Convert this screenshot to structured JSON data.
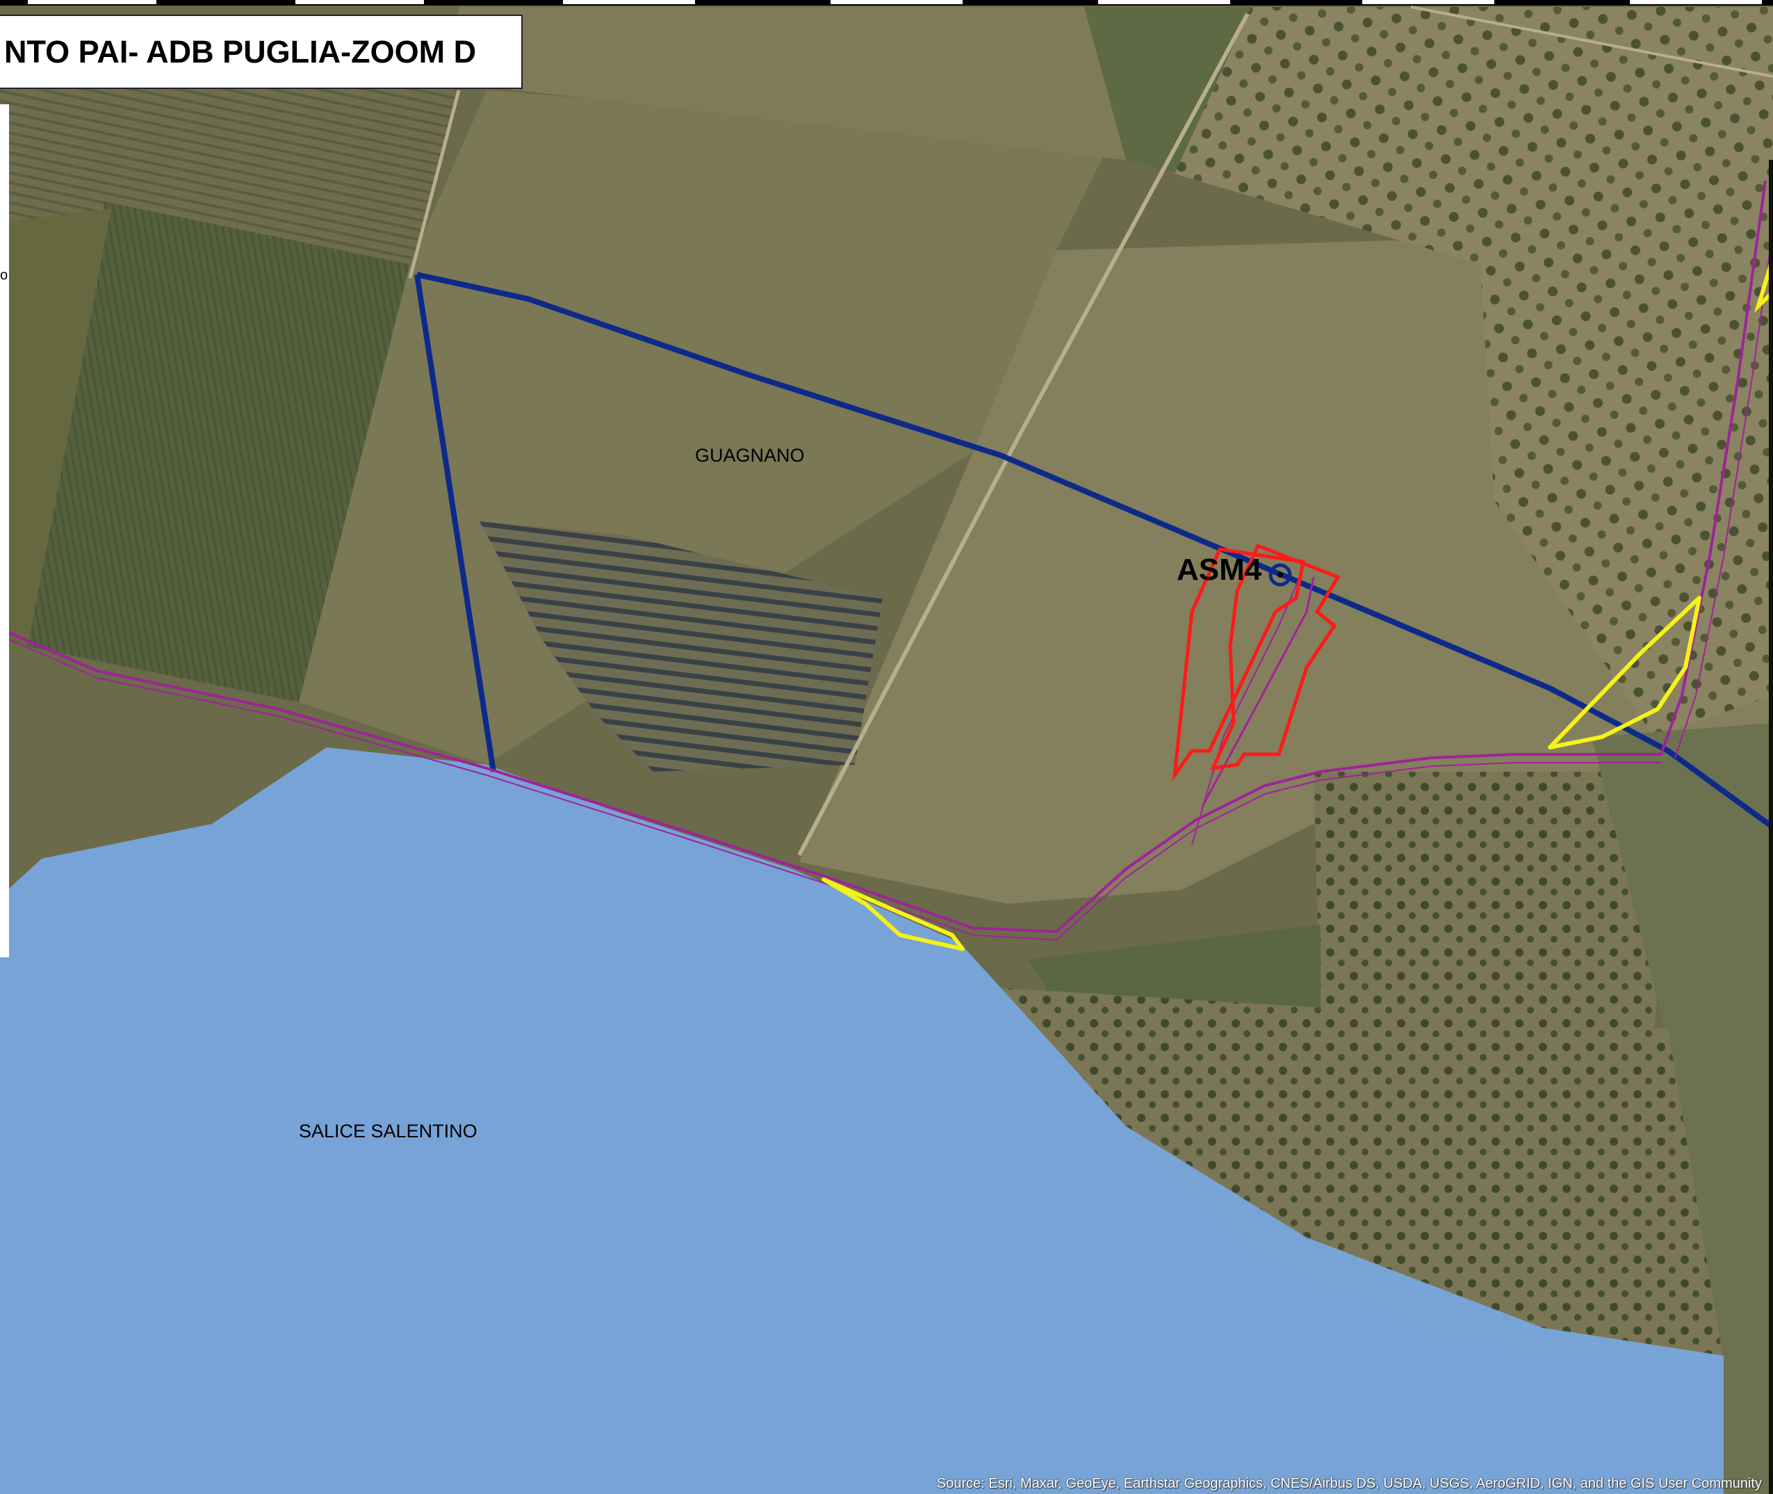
{
  "title": "NTO PAI- ADB PUGLIA-ZOOM D",
  "left_panel_text": "o",
  "labels": {
    "guagnano": "GUAGNANO",
    "salice": "SALICE SALENTINO",
    "site": "ASM4"
  },
  "attribution": "Source: Esri, Maxar, GeoEye, Earthstar Geographics, CNES/Airbus DS, USDA, USGS, AeroGRID, IGN, and the GIS User Community",
  "colors": {
    "imagery_base": "#6b6a4a",
    "field_light": "#8a8563",
    "field_dark": "#4f5538",
    "risk_zone": "#79a5dc",
    "boundary": "#0d2a8a",
    "cable_route": "#a0229a",
    "site_parcel": "#ff1a1a",
    "hazard_area": "#f5f21a",
    "road": "#b8ad8c"
  },
  "icons": {
    "site_marker": "circle-dot-marker"
  }
}
